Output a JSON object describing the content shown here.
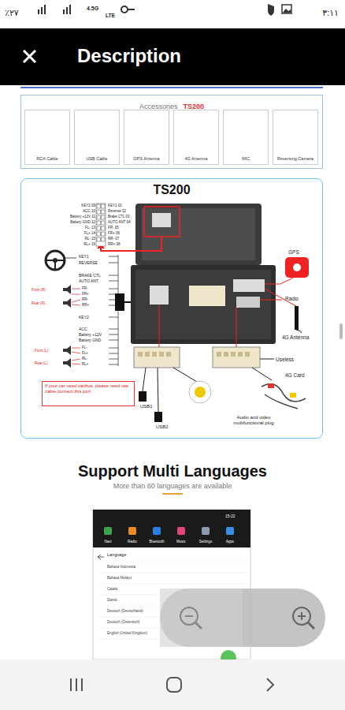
{
  "diagram": {
    "title": "Description",
    "nodes": [
      {
        "text": [
          "Accessories_",
          "TS200"
        ]
      },
      {
        "text": [
          "RCA Cable"
        ],
        "in": 0
      },
      {
        "text": [
          "USB Cable"
        ],
        "in": 0
      },
      {
        "text": [
          "GPS Antenna"
        ],
        "in": 0
      },
      {
        "text": [
          "4G Antenna"
        ],
        "in": 0
      },
      {
        "text": [
          "MIC"
        ],
        "in": 0
      },
      {
        "text": [
          "Reversing Camera"
        ],
        "in": 0
      },
      {
        "text": [
          "TS200"
        ]
      },
      {
        "text": [
          "KEY2 09",
          "KEY1 01",
          "ACC 10",
          "Reverse 02",
          "Battery +12V 11",
          "Brake CTL 03",
          "Battery GND 12",
          "AUTO ANT 04",
          "FL- 13",
          "FR- 05",
          "FL+ 14",
          "FR+ 06",
          "RL- 15",
          "RR- 07",
          "RL+ 16",
          "RR+ 08"
        ],
        "in": 7
      },
      {
        "text": [
          "If your car need canbus, please need use cable connect this port"
        ],
        "in": 7
      }
    ],
    "labels": [
      "٪٢٧",
      "4.5G",
      "LTE",
      "٣:١١",
      "KEY1",
      "REVERSE",
      "BRAKE CTL",
      "AUTO ANT",
      "Front (R)",
      "Rear (R)",
      "FR-",
      "FR+",
      "RR-",
      "RR+",
      "KEY2",
      "ACC",
      "Battery +12V",
      "Battery GND",
      "Front (L)",
      "Rear (L)",
      "FL-",
      "FL+",
      "RL-",
      "RL+",
      "GPS",
      "Radio",
      "4G Antenna",
      "Useless",
      "4G Card",
      "Audio and video multifunctional plug",
      "USB1",
      "USB2",
      "Support Multi Languages",
      "More than 60 languages are available",
      "15:22",
      "Navi",
      "Radio",
      "Bluetooth",
      "Music",
      "Settings",
      "Apps",
      "Language",
      "Bahasa Indonesia",
      "Bahasa Melayu",
      "Català",
      "Dansk",
      "Deutsch (Deutschland)",
      "Deutsch (Österreich)",
      "English (United Kingdom)"
    ]
  }
}
